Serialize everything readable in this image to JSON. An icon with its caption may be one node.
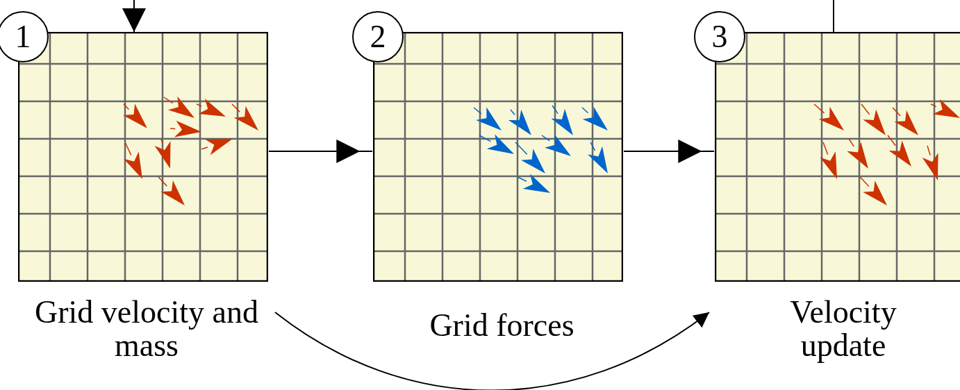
{
  "diagram": {
    "nodes": [
      {
        "text": [
          "1",
          "Grid velocity and mass"
        ]
      },
      {
        "text": [
          "2",
          "Grid forces"
        ]
      },
      {
        "text": [
          "3",
          "Velocity update"
        ]
      }
    ],
    "edges": [
      {
        "from": 0,
        "to": 1,
        "arrow": "to"
      },
      {
        "from": 1,
        "to": 2,
        "arrow": "to"
      },
      {
        "from": 0,
        "to": 2,
        "arrow": "to"
      },
      {
        "from": null,
        "to": 0,
        "arrow": "to"
      },
      {
        "from": 2,
        "to": null,
        "arrow": "none"
      }
    ]
  }
}
